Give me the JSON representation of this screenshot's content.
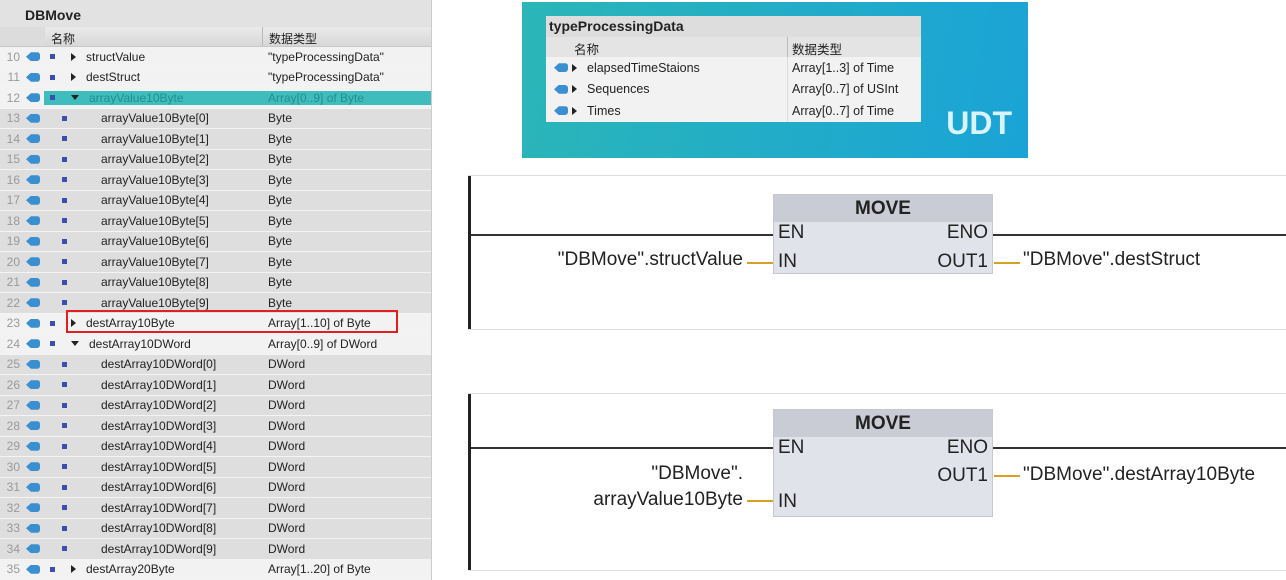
{
  "db": {
    "title": "DBMove",
    "col_name": "名称",
    "col_type": "数据类型",
    "rows": [
      {
        "n": "10",
        "name": "structValue",
        "type": "\"typeProcessingData\"",
        "lvl": 0,
        "exp": "right"
      },
      {
        "n": "11",
        "name": "destStruct",
        "type": "\"typeProcessingData\"",
        "lvl": 0,
        "exp": "right"
      },
      {
        "n": "12",
        "name": "arrayValue10Byte",
        "type": "Array[0..9] of Byte",
        "lvl": 0,
        "exp": "down",
        "sel": true
      },
      {
        "n": "13",
        "name": "arrayValue10Byte[0]",
        "type": "Byte",
        "lvl": 1
      },
      {
        "n": "14",
        "name": "arrayValue10Byte[1]",
        "type": "Byte",
        "lvl": 1
      },
      {
        "n": "15",
        "name": "arrayValue10Byte[2]",
        "type": "Byte",
        "lvl": 1
      },
      {
        "n": "16",
        "name": "arrayValue10Byte[3]",
        "type": "Byte",
        "lvl": 1
      },
      {
        "n": "17",
        "name": "arrayValue10Byte[4]",
        "type": "Byte",
        "lvl": 1
      },
      {
        "n": "18",
        "name": "arrayValue10Byte[5]",
        "type": "Byte",
        "lvl": 1
      },
      {
        "n": "19",
        "name": "arrayValue10Byte[6]",
        "type": "Byte",
        "lvl": 1
      },
      {
        "n": "20",
        "name": "arrayValue10Byte[7]",
        "type": "Byte",
        "lvl": 1
      },
      {
        "n": "21",
        "name": "arrayValue10Byte[8]",
        "type": "Byte",
        "lvl": 1
      },
      {
        "n": "22",
        "name": "arrayValue10Byte[9]",
        "type": "Byte",
        "lvl": 1
      },
      {
        "n": "23",
        "name": "destArray10Byte",
        "type": "Array[1..10] of Byte",
        "lvl": 0,
        "exp": "right"
      },
      {
        "n": "24",
        "name": "destArray10DWord",
        "type": "Array[0..9] of DWord",
        "lvl": 0,
        "exp": "down"
      },
      {
        "n": "25",
        "name": "destArray10DWord[0]",
        "type": "DWord",
        "lvl": 1
      },
      {
        "n": "26",
        "name": "destArray10DWord[1]",
        "type": "DWord",
        "lvl": 1
      },
      {
        "n": "27",
        "name": "destArray10DWord[2]",
        "type": "DWord",
        "lvl": 1
      },
      {
        "n": "28",
        "name": "destArray10DWord[3]",
        "type": "DWord",
        "lvl": 1
      },
      {
        "n": "29",
        "name": "destArray10DWord[4]",
        "type": "DWord",
        "lvl": 1
      },
      {
        "n": "30",
        "name": "destArray10DWord[5]",
        "type": "DWord",
        "lvl": 1
      },
      {
        "n": "31",
        "name": "destArray10DWord[6]",
        "type": "DWord",
        "lvl": 1
      },
      {
        "n": "32",
        "name": "destArray10DWord[7]",
        "type": "DWord",
        "lvl": 1
      },
      {
        "n": "33",
        "name": "destArray10DWord[8]",
        "type": "DWord",
        "lvl": 1
      },
      {
        "n": "34",
        "name": "destArray10DWord[9]",
        "type": "DWord",
        "lvl": 1
      },
      {
        "n": "35",
        "name": "destArray20Byte",
        "type": "Array[1..20] of Byte",
        "lvl": 0,
        "exp": "right"
      }
    ]
  },
  "udt": {
    "title": "typeProcessingData",
    "col_name": "名称",
    "col_type": "数据类型",
    "label": "UDT",
    "rows": [
      {
        "name": "elapsedTimeStaions",
        "type": "Array[1..3] of Time"
      },
      {
        "name": "Sequences",
        "type": "Array[0..7] of USInt"
      },
      {
        "name": "Times",
        "type": "Array[0..7] of Time"
      }
    ]
  },
  "net1": {
    "block": "MOVE",
    "en": "EN",
    "eno": "ENO",
    "in": "IN",
    "out": "OUT1",
    "in_op": "\"DBMove\".structValue",
    "out_op": "\"DBMove\".destStruct"
  },
  "net2": {
    "block": "MOVE",
    "en": "EN",
    "eno": "ENO",
    "in": "IN",
    "out": "OUT1",
    "in_op1": "\"DBMove\".",
    "in_op2": "arrayValue10Byte",
    "out_op": "\"DBMove\".destArray10Byte"
  }
}
